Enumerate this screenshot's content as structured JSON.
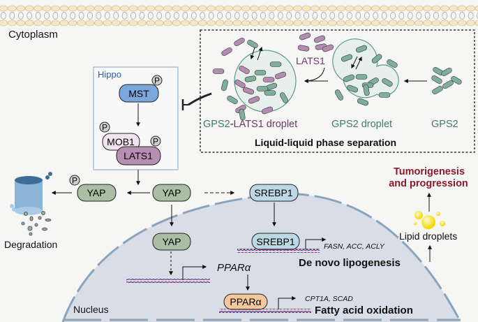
{
  "labels": {
    "cytoplasm": "Cytoplasm",
    "nucleus": "Nucleus",
    "hippo": "Hippo",
    "degradation": "Degradation",
    "tumorigenesis_line1": "Tumorigenesis",
    "tumorigenesis_line2": "and progression",
    "lipid_droplets": "Lipid droplets",
    "de_novo_lipogenesis": "De novo lipogenesis",
    "fatty_acid_oxidation": "Fatty acid oxidation",
    "lipogenesis_genes": "FASN, ACC, ACLY",
    "fao_genes": "CPT1A, SCAD",
    "ppara_gene": "PPARα",
    "llps_title": "Liquid-liquid phase separation",
    "gps2": "GPS2",
    "gps2_droplet": "GPS2 droplet",
    "gps2_part": "GPS2",
    "dash": "-",
    "lats1_part": "LATS1 droplet",
    "lats1_free": "LATS1"
  },
  "nodes": {
    "mst": "MST",
    "mob1": "MOB1",
    "lats1": "LATS1",
    "yap_p": "YAP",
    "yap": "YAP",
    "yap_nuclear": "YAP",
    "srebp1": "SREBP1",
    "srebp1_nuclear": "SREBP1",
    "ppara_protein": "PPARα",
    "phospho": "P"
  },
  "colors": {
    "mst": "#7ba7da",
    "mob1": "#f1e4ef",
    "lats1": "#b68fb0",
    "yap": "#a9bea3",
    "srebp1": "#bcd8e4",
    "ppara": "#f6c79a",
    "gps2": "#7fae9f",
    "lats1_rod": "#b48cb0",
    "tumor_text": "#8b1a2b",
    "hippo_text": "#2a64a8",
    "gps2_text": "#3f7a6b",
    "lats1_text": "#6a3a66"
  }
}
